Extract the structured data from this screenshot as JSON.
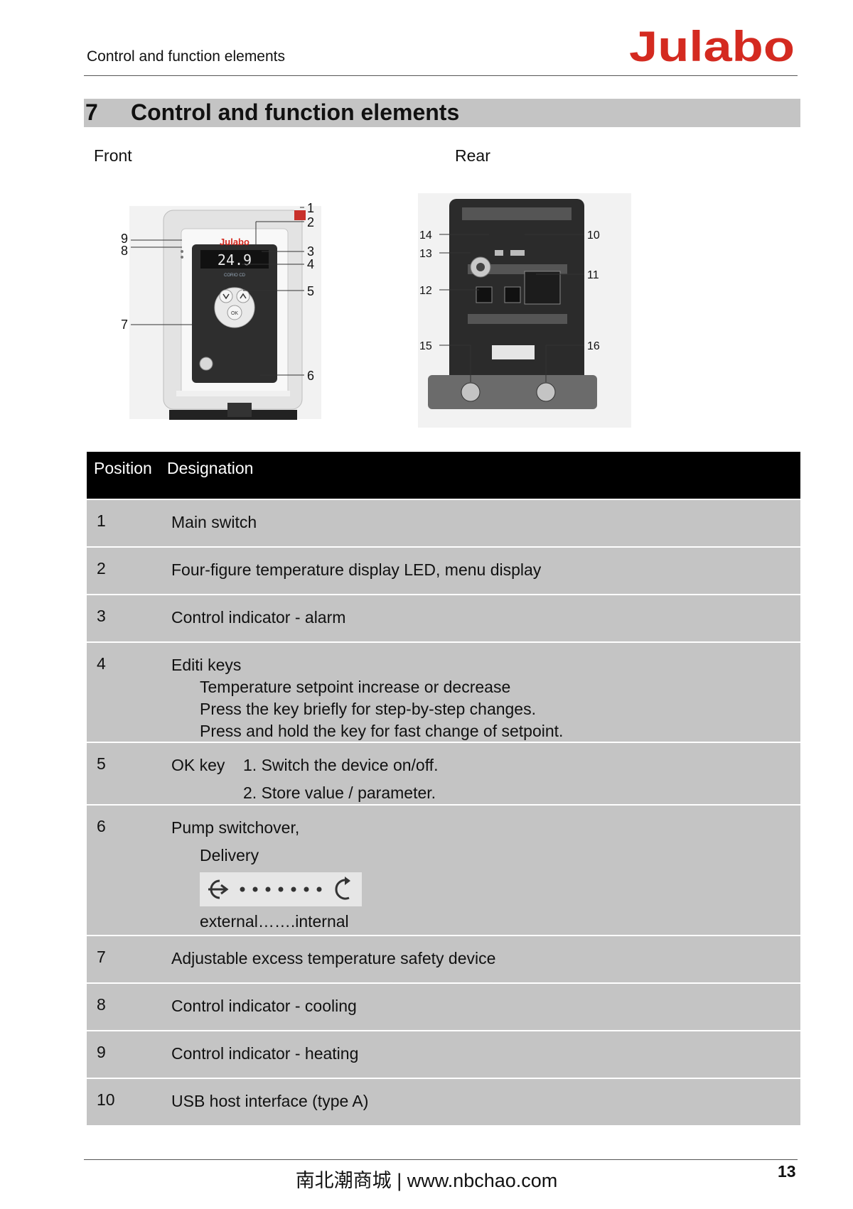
{
  "header": {
    "running_title": "Control and function elements",
    "logo_text": "Julabo",
    "brand_color": "#d42a20"
  },
  "section": {
    "number": "7",
    "title": "Control and function elements"
  },
  "figures": {
    "front_label": "Front",
    "rear_label": "Rear",
    "front": {
      "display_value": "24.9",
      "logo_text": "Julabo",
      "model_text": "CORIO CD",
      "ok_label": "OK",
      "callouts_right": [
        "1",
        "2",
        "3",
        "4",
        "5",
        "6"
      ],
      "callouts_left": [
        "9",
        "8",
        "7"
      ]
    },
    "rear": {
      "callouts_left": [
        "14",
        "13",
        "12",
        "15"
      ],
      "callouts_right": [
        "10",
        "11",
        "16"
      ]
    }
  },
  "table": {
    "headers": {
      "position": "Position",
      "designation": "Designation"
    },
    "rows": [
      {
        "pos": "1",
        "text": "Main switch"
      },
      {
        "pos": "2",
        "text": "Four-figure temperature display LED, menu display"
      },
      {
        "pos": "3",
        "text": "Control indicator - alarm"
      },
      {
        "pos": "4",
        "text": "Editi keys",
        "lines": [
          "Temperature setpoint increase or decrease",
          "Press the key briefly for step-by-step changes.",
          "Press and hold the key for fast change of setpoint."
        ]
      },
      {
        "pos": "5",
        "label": "OK key",
        "steps": [
          "1. Switch the device on/off.",
          "2. Store value / parameter."
        ]
      },
      {
        "pos": "6",
        "text": "Pump switchover,",
        "sub": "Delivery",
        "caption": "external…….internal"
      },
      {
        "pos": "7",
        "text": "Adjustable excess temperature safety device"
      },
      {
        "pos": "8",
        "text": "Control indicator - cooling"
      },
      {
        "pos": "9",
        "text": "Control indicator - heating"
      },
      {
        "pos": "10",
        "text": "USB host interface (type A)"
      }
    ]
  },
  "footer": {
    "text": "南北潮商城 | www.nbchao.com",
    "page_number": "13"
  }
}
